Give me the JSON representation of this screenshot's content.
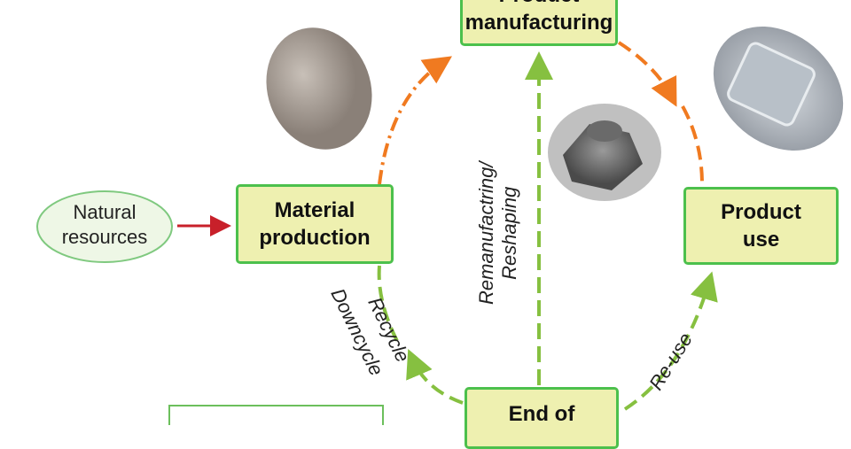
{
  "nodes": {
    "natural_resources": [
      "Natural",
      "resources"
    ],
    "material_production": [
      "Material",
      "production"
    ],
    "product_manufacturing": [
      "Product",
      "manufacturing"
    ],
    "product_use": [
      "Product",
      "use"
    ],
    "end_of": [
      "End of"
    ]
  },
  "edges": {
    "recycle": "Recycle",
    "downcycle": "Downcycle",
    "reuse": "Re-use",
    "remanufacturing": [
      "Remanufactring/",
      "Reshaping"
    ]
  },
  "colors": {
    "box_fill": "#eef0b0",
    "box_border": "#4cc04c",
    "orange": "#f07a20",
    "green": "#86c040",
    "red": "#c8202a"
  }
}
